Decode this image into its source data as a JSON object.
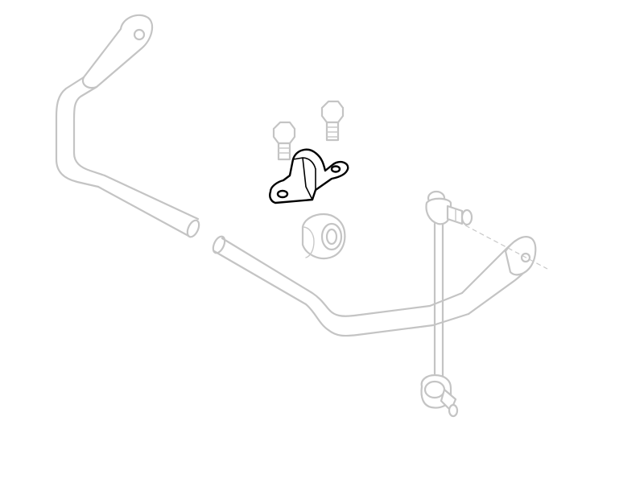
{
  "diagram": {
    "background": "#ffffff",
    "faded_part_color": "#c4c4c4",
    "highlighted_part_color": "#000000",
    "parts": [
      {
        "id": "stabilizer-bar",
        "highlighted": false
      },
      {
        "id": "bracket-bolt-left",
        "highlighted": false
      },
      {
        "id": "bracket-bolt-right",
        "highlighted": false
      },
      {
        "id": "bushing-bracket",
        "highlighted": true
      },
      {
        "id": "rubber-bushing",
        "highlighted": false
      },
      {
        "id": "stabilizer-link",
        "highlighted": false
      }
    ]
  }
}
